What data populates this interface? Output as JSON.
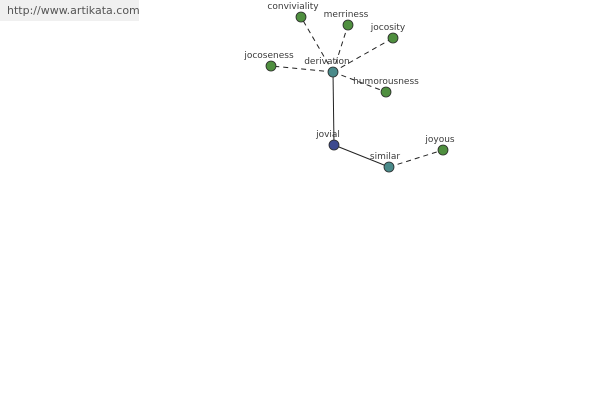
{
  "watermark": {
    "url_text": "http://www.artikata.com"
  },
  "graph": {
    "colors": {
      "root_node": "#3d4a8f",
      "relation_node": "#4a8a8a",
      "word_node": "#4f8f3f",
      "node_stroke": "#2a2a2a",
      "edge": "#222222"
    },
    "root": {
      "label": "jovial"
    },
    "relations": [
      {
        "id": "derivation",
        "label": "derivation"
      },
      {
        "id": "similar",
        "label": "similar"
      }
    ],
    "words": [
      {
        "label": "conviviality",
        "relation": "derivation"
      },
      {
        "label": "merriness",
        "relation": "derivation"
      },
      {
        "label": "jocosity",
        "relation": "derivation"
      },
      {
        "label": "jocoseness",
        "relation": "derivation"
      },
      {
        "label": "humorousness",
        "relation": "derivation"
      },
      {
        "label": "joyous",
        "relation": "similar"
      }
    ]
  }
}
